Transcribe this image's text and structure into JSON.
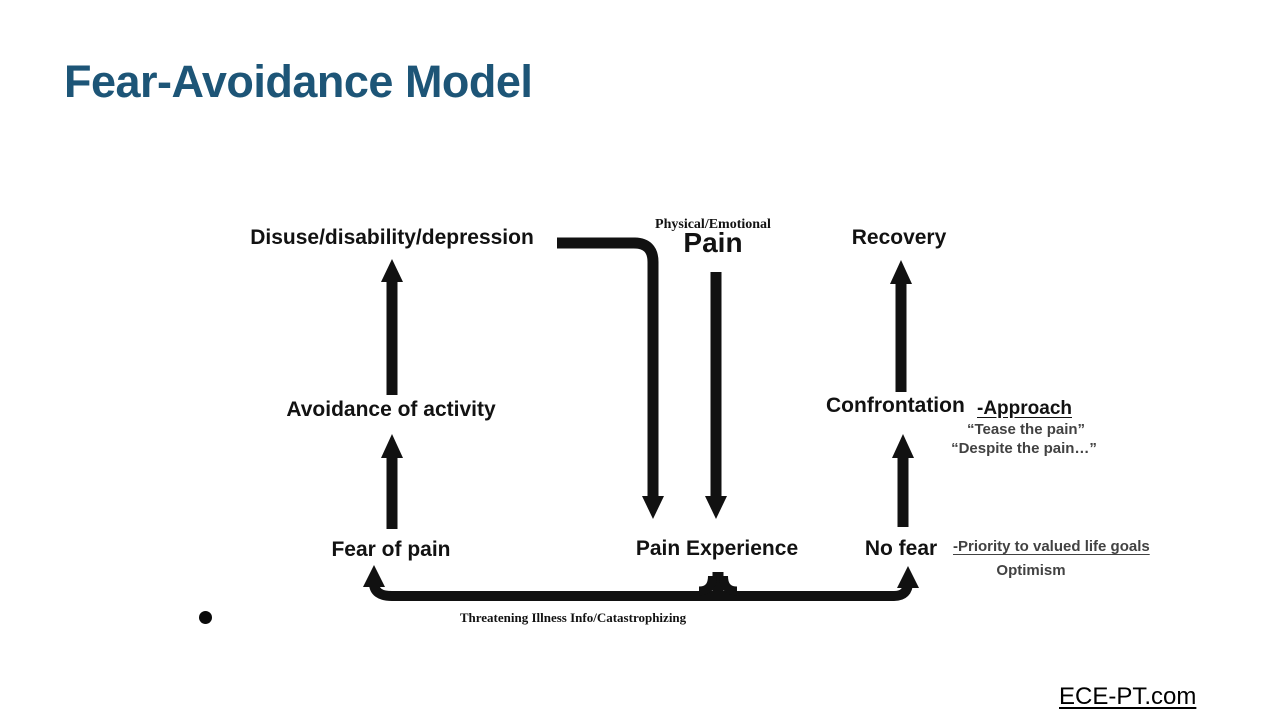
{
  "slide": {
    "title": "Fear-Avoidance Model",
    "colors": {
      "title": "#1d5577",
      "ink": "#121212",
      "annotation": "#424242",
      "background": "#ffffff"
    },
    "diagram": {
      "nodes": {
        "disuse": "Disuse/disability/depression",
        "physical_emotional": "Physical/Emotional",
        "pain": "Pain",
        "recovery": "Recovery",
        "avoidance": "Avoidance of activity",
        "confrontation": "Confrontation",
        "approach": "-Approach",
        "tease_quote": "“Tease the pain”",
        "despite_quote": "“Despite the pain…”",
        "fear_of_pain": "Fear of pain",
        "pain_experience": "Pain Experience",
        "no_fear": "No fear",
        "priority": "-Priority to valued life goals",
        "optimism": "Optimism",
        "threatening": "Threatening Illness Info/Catastrophizing"
      },
      "arrows": [
        "avoidance-of-activity -> disuse-disability-depression (up)",
        "disuse-disability-depression -> pain-experience (elbow down)",
        "pain -> pain-experience (down)",
        "confrontation -> recovery (up)",
        "no-fear -> confrontation (up)",
        "fear-of-pain -> avoidance-of-activity (up)",
        "pain-experience -> fear-of-pain (curve left, up)",
        "pain-experience -> no-fear (curve right, up)"
      ]
    },
    "bullet": "",
    "footer": {
      "link": "ECE-PT.com"
    }
  }
}
